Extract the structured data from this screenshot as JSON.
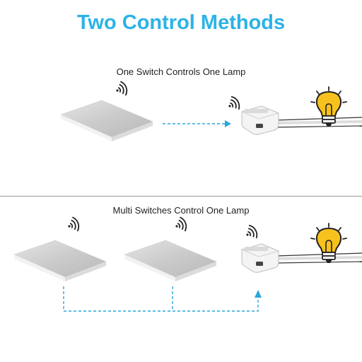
{
  "title": "Two Control Methods",
  "sections": [
    {
      "label": "One Switch Controls One Lamp"
    },
    {
      "label": "Multi Switches Control One Lamp"
    }
  ],
  "colors": {
    "title": "#2bb3e8",
    "arrow": "#2aa7dc",
    "bulb": "#f7c21d",
    "switch_panel": "#c9c9c9"
  },
  "icons": [
    "wifi-signal-icon",
    "light-bulb-icon",
    "wireless-switch-panel",
    "receiver-module"
  ]
}
